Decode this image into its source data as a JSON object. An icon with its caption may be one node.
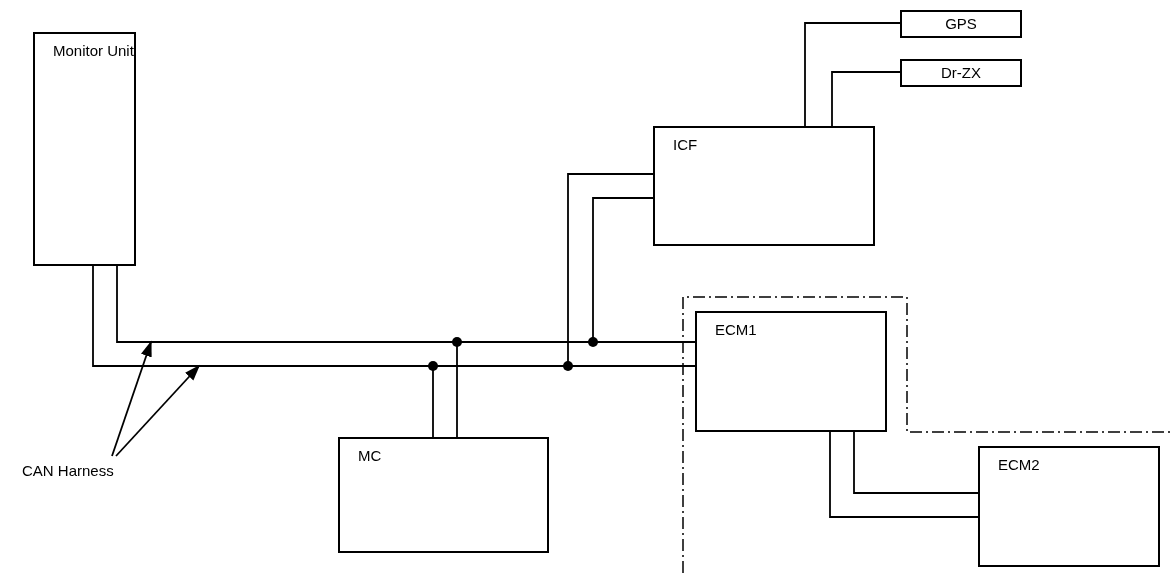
{
  "diagram": {
    "nodes": [
      {
        "text": [
          "Monitor Unit"
        ]
      },
      {
        "text": [
          "GPS"
        ]
      },
      {
        "text": [
          "Dr-ZX"
        ]
      },
      {
        "text": [
          "ICF"
        ]
      },
      {
        "text": [
          "ECM1"
        ]
      },
      {
        "text": [
          "CAN Harness"
        ]
      },
      {
        "text": [
          "MC"
        ]
      },
      {
        "text": [
          "ECM2"
        ]
      }
    ],
    "edges": [
      {
        "from": 0,
        "to": 4,
        "arrow": "none"
      },
      {
        "from": 0,
        "to": 4,
        "arrow": "none"
      },
      {
        "from": 6,
        "to": 4,
        "arrow": "none"
      },
      {
        "from": 6,
        "to": 4,
        "arrow": "none"
      },
      {
        "from": 3,
        "to": 4,
        "arrow": "none"
      },
      {
        "from": 3,
        "to": 4,
        "arrow": "none"
      },
      {
        "from": 3,
        "to": 1,
        "arrow": "none"
      },
      {
        "from": 3,
        "to": 2,
        "arrow": "none"
      },
      {
        "from": 4,
        "to": 7,
        "arrow": "none"
      },
      {
        "from": 4,
        "to": 7,
        "arrow": "none"
      },
      {
        "from": 5,
        "to": null,
        "arrow": "to"
      },
      {
        "from": 5,
        "to": null,
        "arrow": "to"
      }
    ]
  }
}
